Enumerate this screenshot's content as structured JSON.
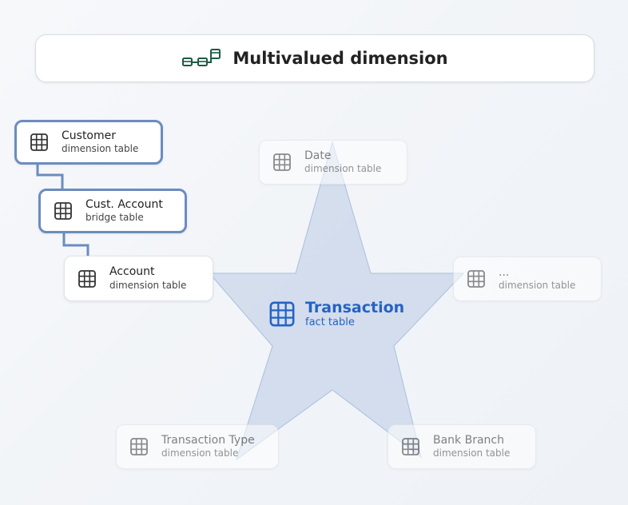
{
  "title": "Multivalued dimension",
  "icons": {
    "title": "bridge-tables-icon",
    "table": "table-grid-icon"
  },
  "colors": {
    "accent": "#2563c4",
    "highlight_border": "#6b8cc0",
    "star_fill": "#c9d6ea"
  },
  "fact": {
    "name": "Transaction",
    "type": "fact table"
  },
  "dimensions": {
    "customer": {
      "name": "Customer",
      "type": "dimension table"
    },
    "cust_account": {
      "name": "Cust. Account",
      "type": "bridge table"
    },
    "account": {
      "name": "Account",
      "type": "dimension table"
    },
    "date": {
      "name": "Date",
      "type": "dimension table"
    },
    "other": {
      "name": "...",
      "type": "dimension table"
    },
    "transaction_type": {
      "name": "Transaction Type",
      "type": "dimension table"
    },
    "bank_branch": {
      "name": "Bank Branch",
      "type": "dimension table"
    }
  }
}
